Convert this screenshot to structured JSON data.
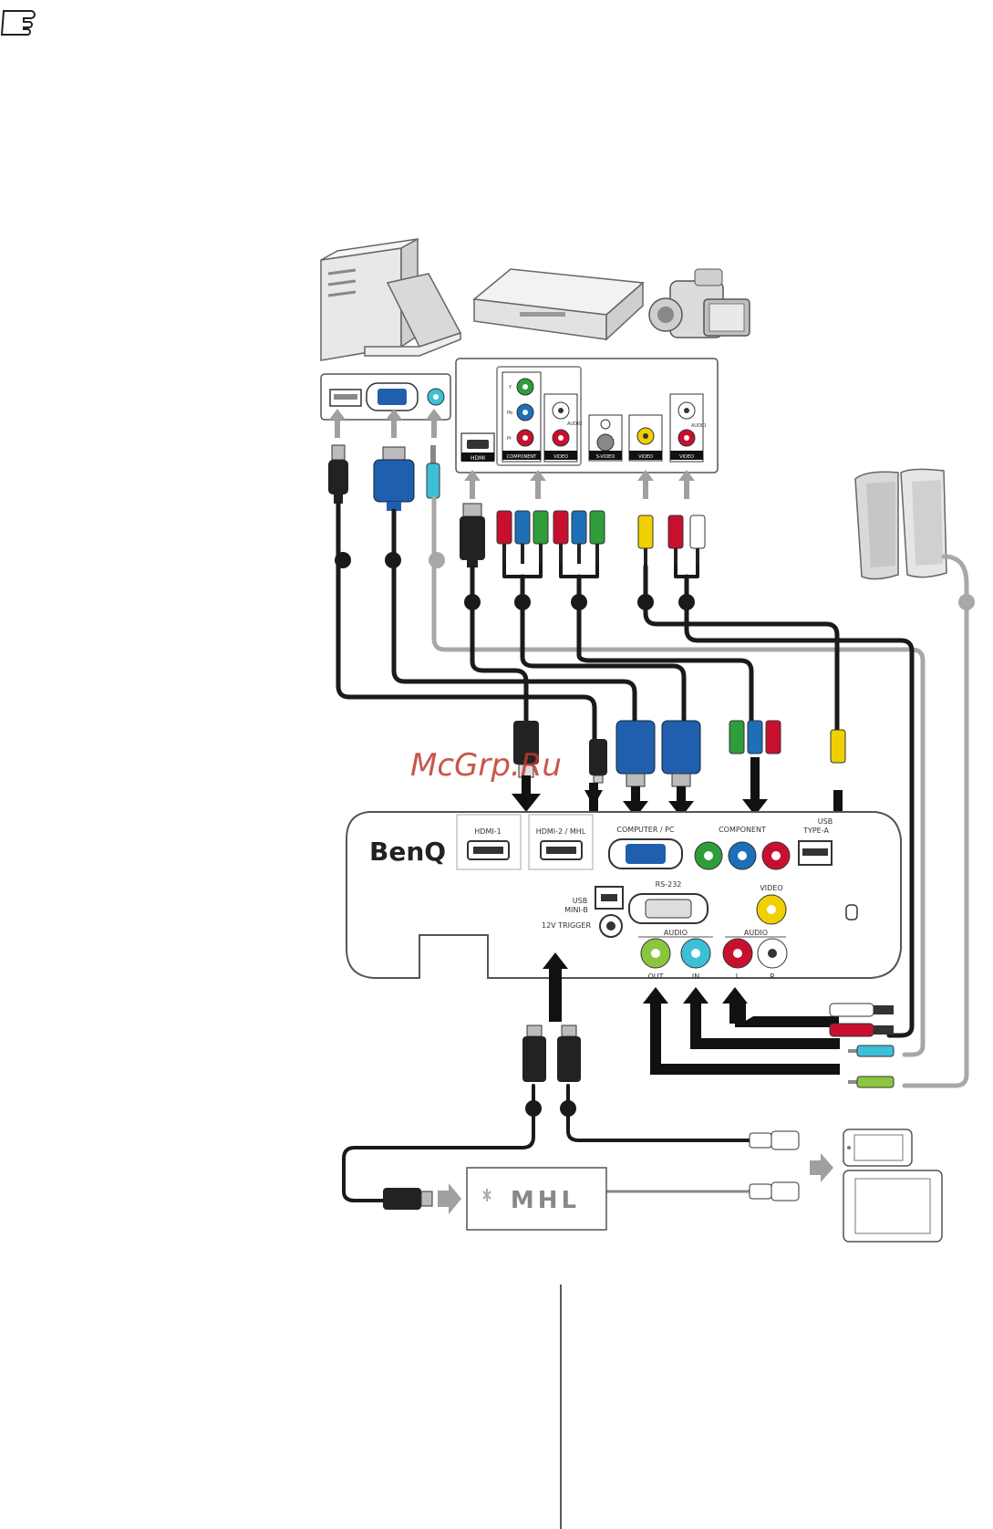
{
  "watermark": "McGrp.Ru",
  "projector": {
    "brand": "BenQ",
    "ports": {
      "hdmi1": "HDMI-1",
      "hdmi2": "HDMI-2 / MHL",
      "computer": "COMPUTER / PC",
      "component": "COMPONENT",
      "usb_a_1": "USB",
      "usb_a_2": "TYPE-A",
      "usb_mini_1": "USB",
      "usb_mini_2": "MINI-B",
      "rs232": "RS-232",
      "trigger": "12V TRIGGER",
      "video": "VIDEO",
      "audio_group_1": "AUDIO",
      "audio_out": "OUT",
      "audio_in": "IN",
      "audio_group_2": "AUDIO",
      "audio_l": "L",
      "audio_r": "R"
    }
  },
  "av_panel": {
    "hdmi": "HDMI",
    "component": "COMPONENT",
    "y": "Y",
    "pb": "Pb",
    "pr": "Pr",
    "audio": "AUDIO",
    "video1": "VIDEO",
    "svideo": "S-VIDEO",
    "video2": "VIDEO",
    "video3": "VIDEO",
    "audio2": "AUDIO"
  },
  "mhl_adapter": {
    "label": "MHL"
  },
  "icons": [
    "note-icon",
    "desktop-pc-icon",
    "laptop-icon",
    "dvd-player-icon",
    "camcorder-icon",
    "speakers-icon",
    "smartphone-icon",
    "tablet-icon"
  ],
  "colors": {
    "cable_black": "#1a1a1a",
    "cable_grey": "#a8a8a8",
    "vga_blue": "#1f5fae",
    "rca_red": "#c8102e",
    "rca_green": "#2e9d3a",
    "rca_blue": "#1d6fb8",
    "rca_yellow": "#f0d000",
    "jack_cyan": "#3cc0d8",
    "jack_lime": "#8cc63f"
  }
}
